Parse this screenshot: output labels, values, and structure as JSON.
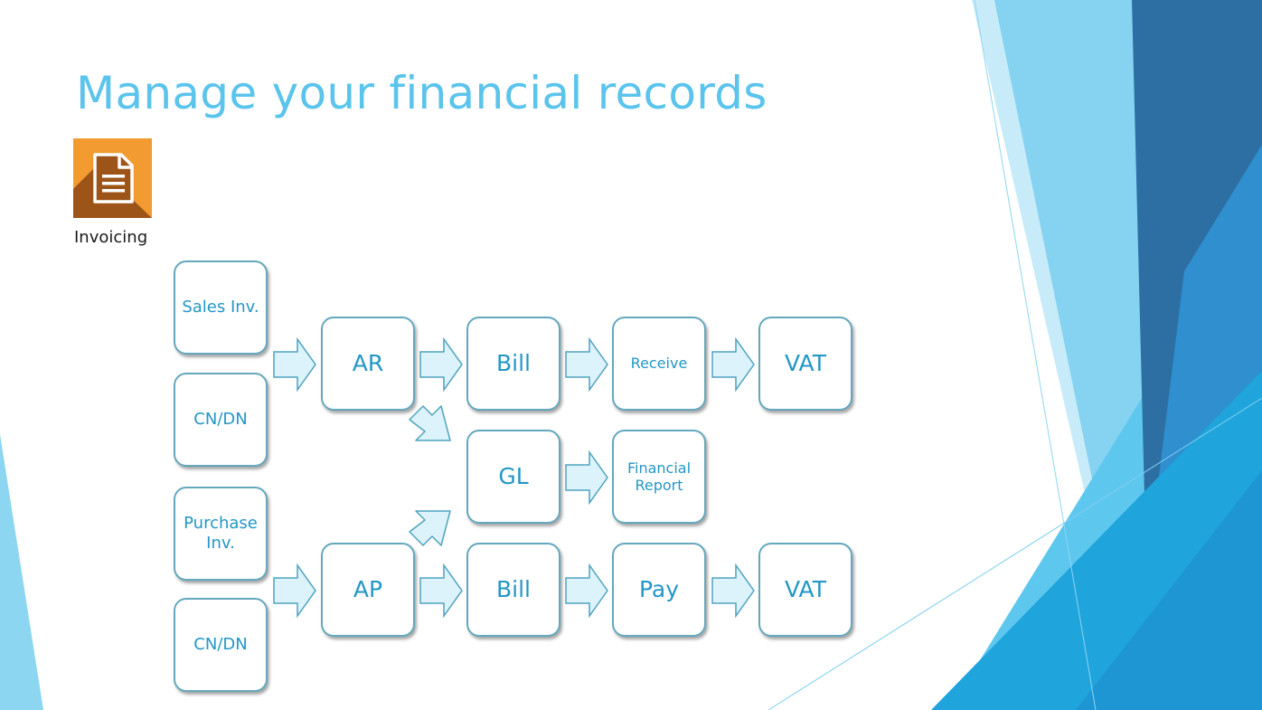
{
  "slide": {
    "title": "Manage your financial records",
    "app_label": "Invoicing",
    "icon": "document-icon"
  },
  "theme": {
    "title_color": "#5bc4ec",
    "node_text_color": "#2397c6",
    "node_border_color": "#64a8be",
    "arrow_fill": "#dcf3fb",
    "arrow_stroke": "#4fa3bf",
    "icon_background": "#f29b30"
  },
  "flow": {
    "sales_inv": "Sales Inv.",
    "cn_dn_sales": "CN/DN",
    "purchase_inv": "Purchase Inv.",
    "cn_dn_purchase": "CN/DN",
    "ar": "AR",
    "ap": "AP",
    "bill_ar": "Bill",
    "bill_ap": "Bill",
    "gl": "GL",
    "receive": "Receive",
    "pay": "Pay",
    "financial_report": "Financial Report",
    "vat_ar": "VAT",
    "vat_ap": "VAT"
  }
}
